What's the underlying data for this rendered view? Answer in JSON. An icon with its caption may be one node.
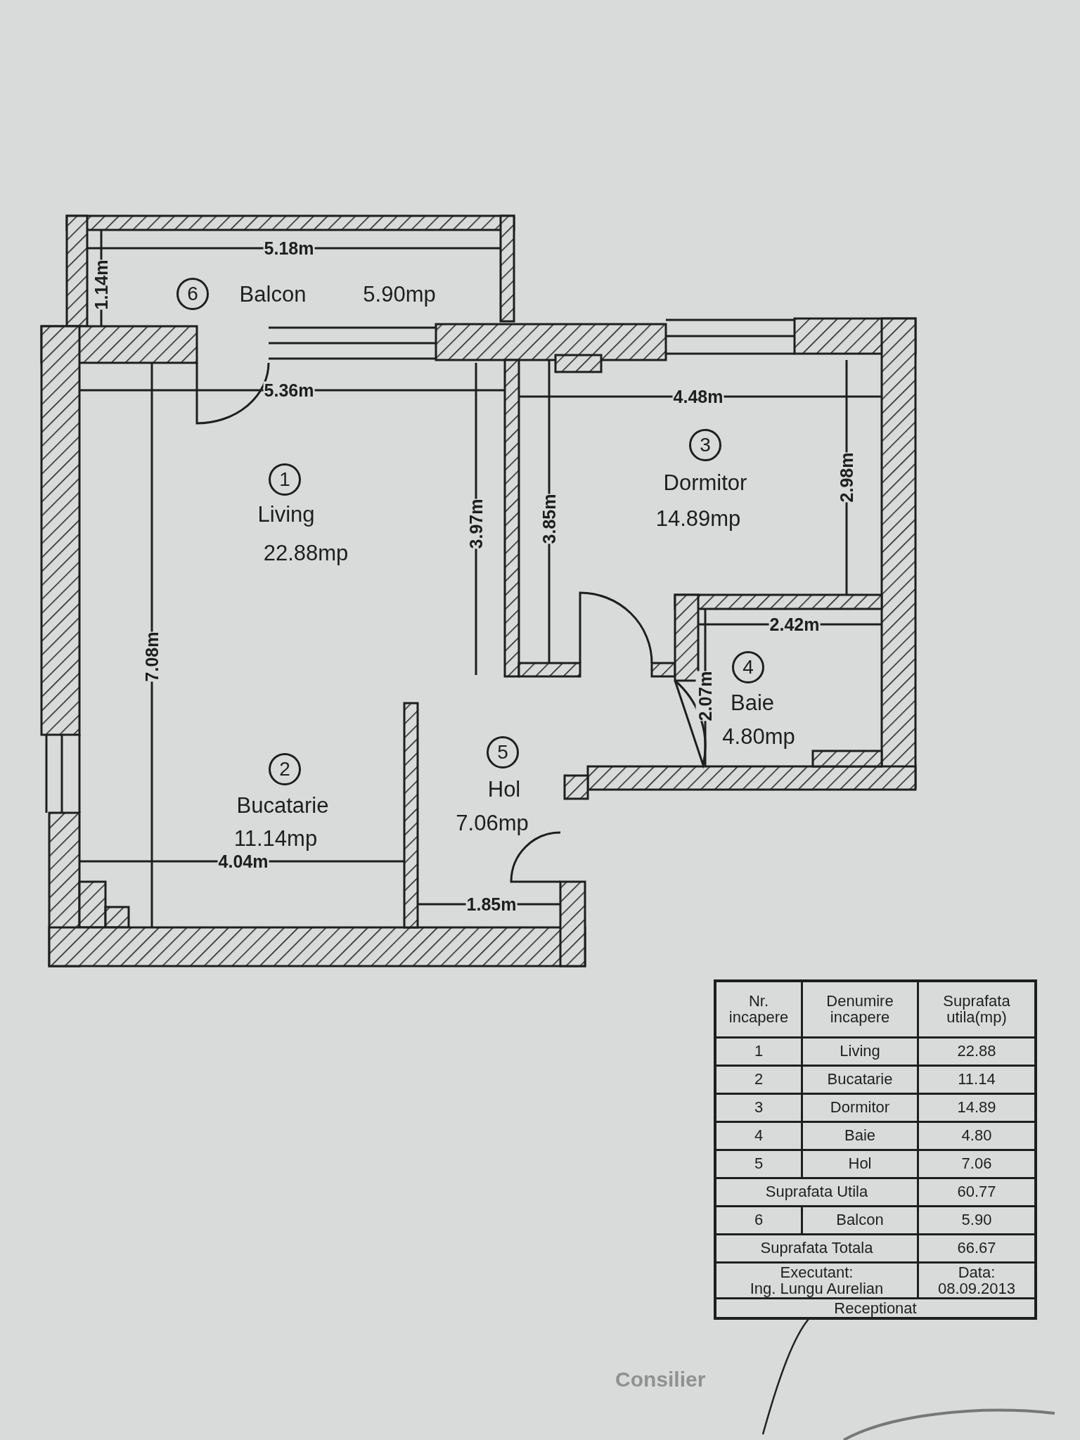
{
  "diagram": {
    "nodes": [
      {
        "text": [
          "6",
          "Balcon",
          "5.90mp"
        ]
      },
      {
        "text": [
          "1",
          "Living",
          "22.88mp"
        ]
      },
      {
        "text": [
          "3",
          "Dormitor",
          "14.89mp"
        ]
      },
      {
        "text": [
          "4",
          "Baie",
          "4.80mp"
        ]
      },
      {
        "text": [
          "2",
          "Bucatarie",
          "11.14mp"
        ]
      },
      {
        "text": [
          "5",
          "Hol",
          "7.06mp"
        ]
      }
    ],
    "labels": [
      "5.18m",
      "1.14m",
      "5.36m",
      "4.48m",
      "3.97m",
      "3.85m",
      "2.98m",
      "2.42m",
      "2.07m",
      "7.08m",
      "4.04m",
      "1.85m",
      "Nr. incapere",
      "Denumire incapere",
      "Suprafata utila(mp)",
      "1",
      "Living",
      "22.88",
      "2",
      "Bucatarie",
      "11.14",
      "3",
      "Dormitor",
      "14.89",
      "4",
      "Baie",
      "4.80",
      "5",
      "Hol",
      "7.06",
      "Suprafata Utila",
      "60.77",
      "6",
      "Balcon",
      "5.90",
      "Suprafata Totala",
      "66.67",
      "Executant:",
      "Ing. Lungu Aurelian",
      "Data:",
      "08.09.2013",
      "Receptionat",
      "Consilier"
    ]
  }
}
